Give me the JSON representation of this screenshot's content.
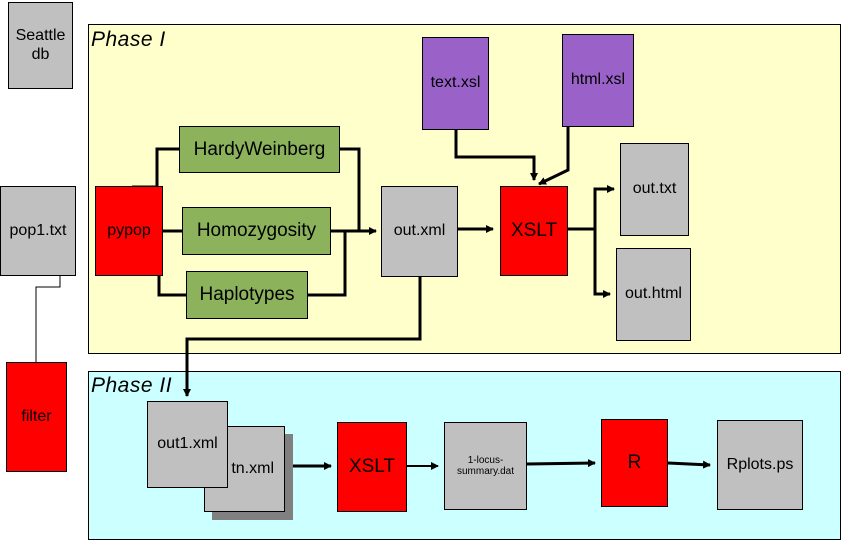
{
  "phases": {
    "phase1_label": "Phase I",
    "phase2_label": "Phase II"
  },
  "nodes": {
    "seattle_db": "Seattle\ndb",
    "pop1_txt": "pop1.txt",
    "filter": "filter",
    "pypop": "pypop",
    "hardy_weinberg": "HardyWeinberg",
    "homozygosity": "Homozygosity",
    "haplotypes": "Haplotypes",
    "out_xml": "out.xml",
    "text_xsl": "text.xsl",
    "html_xsl": "html.xsl",
    "xslt_phase1": "XSLT",
    "out_txt": "out.txt",
    "out_html": "out.html",
    "out1_xml": "out1.xml",
    "outn_xml": "tn.xml",
    "xslt_phase2": "XSLT",
    "locus_summary": "1-locus-\nsummary.dat",
    "r": "R",
    "rplots_ps": "Rplots.ps"
  },
  "colors": {
    "phase1_bg": "#ffffcc",
    "phase2_bg": "#ccffff",
    "data_file": "#c0c0c0",
    "process": "#ff0000",
    "module": "#8cb35c",
    "stylesheet": "#9a62c8"
  }
}
